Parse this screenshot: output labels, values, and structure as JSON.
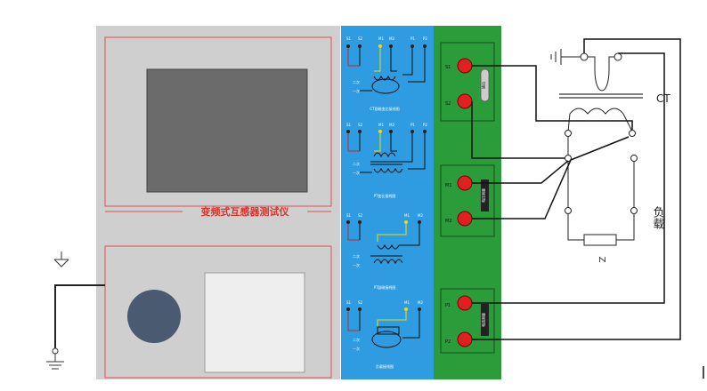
{
  "instrument": {
    "title": "变频式互感器测试仪",
    "colors": {
      "body": "#cfcfcf",
      "accent_line": "#d9534f",
      "title_color": "#d9322b",
      "knob": "#4a5a70"
    }
  },
  "panel": {
    "color": "#2f9be0",
    "sections": [
      {
        "caption": "CT励磁变比接线图",
        "terminals": [
          "S1",
          "S2",
          "M1",
          "M2",
          "P1",
          "P2"
        ]
      },
      {
        "caption": "PT变比接线图",
        "terminals": [
          "S1",
          "S2",
          "M1",
          "M2",
          "P1",
          "P2"
        ]
      },
      {
        "caption": "PT励磁接线图",
        "terminals": [
          "S1",
          "S2",
          "M1",
          "M2"
        ]
      },
      {
        "caption": "负载接线图",
        "terminals": [
          "S1",
          "S2",
          "M1",
          "M2"
        ]
      }
    ],
    "side_labels": [
      "二次",
      "一次"
    ]
  },
  "terminal_board": {
    "color": "#2a9d3a",
    "terminals": [
      "S1",
      "S2",
      "M1",
      "M2",
      "P1",
      "P2"
    ],
    "group_labels": [
      "输出",
      "电压测量",
      "电流测量"
    ]
  },
  "circuit": {
    "ct_label": "CT",
    "z_label": "Z",
    "load_label": "负载"
  }
}
